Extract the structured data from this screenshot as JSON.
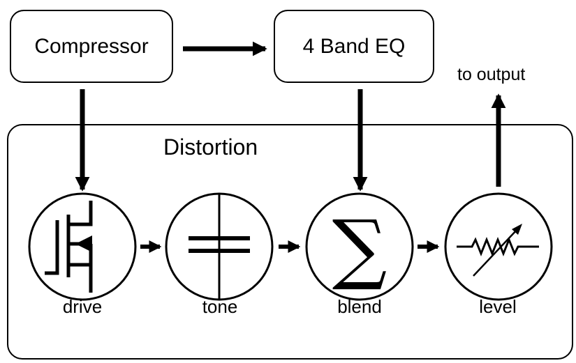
{
  "boxes": {
    "compressor": "Compressor",
    "eq": "4 Band EQ",
    "distortion": "Distortion"
  },
  "output_label": "to output",
  "components": [
    {
      "id": "drive",
      "label": "drive",
      "icon": "mosfet-icon"
    },
    {
      "id": "tone",
      "label": "tone",
      "icon": "capacitor-icon"
    },
    {
      "id": "blend",
      "label": "blend",
      "icon": "summation-icon"
    },
    {
      "id": "level",
      "label": "level",
      "icon": "variable-resistor-icon"
    }
  ],
  "colors": {
    "stroke": "#000000",
    "background": "#ffffff"
  }
}
